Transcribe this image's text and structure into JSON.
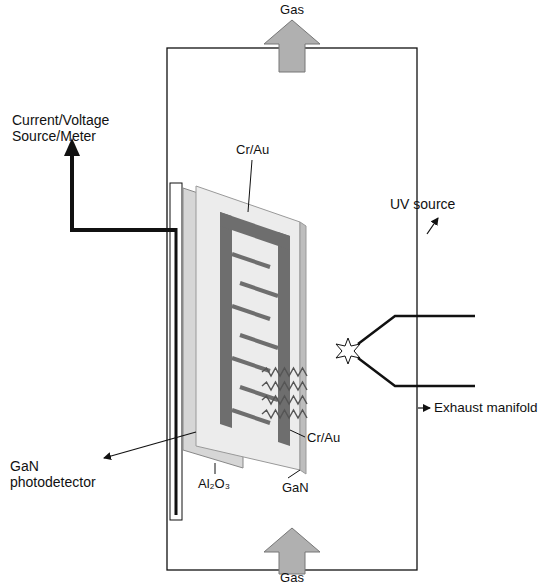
{
  "diagram": {
    "labels": [
      "Gas",
      "Current/Voltage Source/Meter",
      "UV source",
      "Cr/Au",
      "Cr/Au",
      "GaN photodetector",
      "Al₂O₃",
      "GaN",
      "Exhaust manifold",
      "Gas"
    ]
  }
}
